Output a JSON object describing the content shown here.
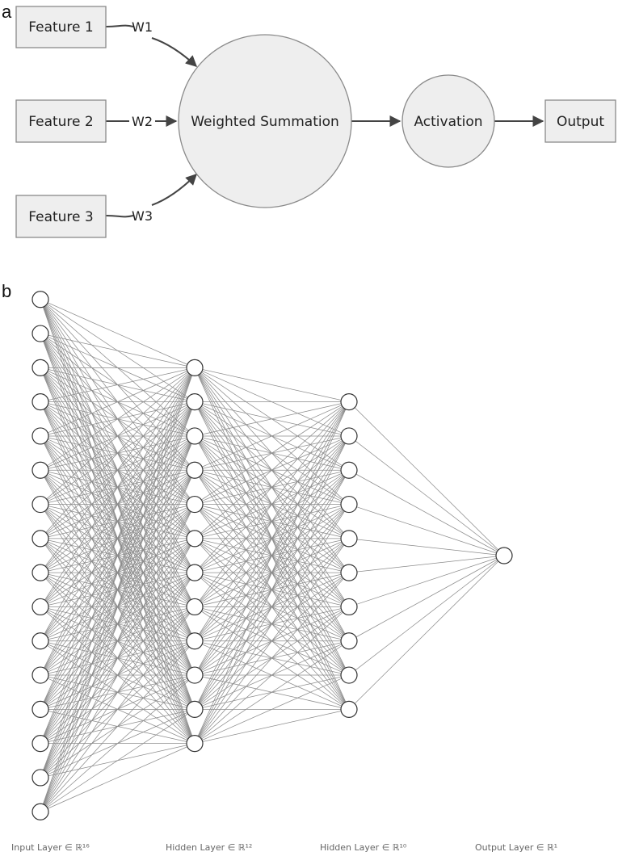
{
  "panel_a": {
    "letter": "a",
    "features": [
      {
        "label": "Feature 1",
        "weight": "W1"
      },
      {
        "label": "Feature 2",
        "weight": "W2"
      },
      {
        "label": "Feature 3",
        "weight": "W3"
      }
    ],
    "summation_label": "Weighted Summation",
    "activation_label": "Activation",
    "output_label": "Output"
  },
  "panel_b": {
    "letter": "b",
    "layers": [
      {
        "neurons": 16,
        "label": "Input Layer ∈ ℝ¹⁶"
      },
      {
        "neurons": 12,
        "label": "Hidden Layer ∈ ℝ¹²"
      },
      {
        "neurons": 10,
        "label": "Hidden Layer ∈ ℝ¹⁰"
      },
      {
        "neurons": 1,
        "label": "Output Layer ∈ ℝ¹"
      }
    ]
  }
}
